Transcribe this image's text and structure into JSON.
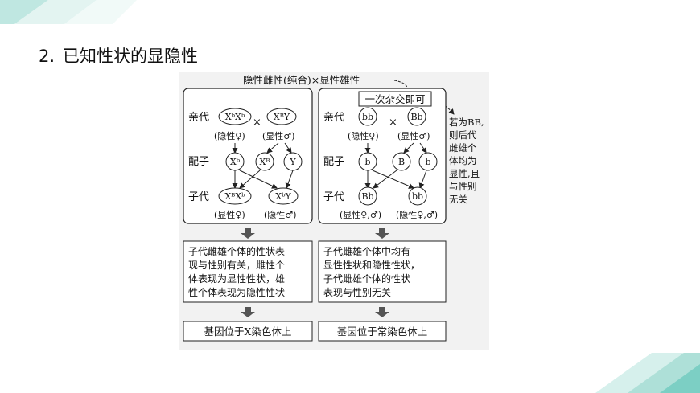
{
  "heading": {
    "number": "2.",
    "text": "已知性状的显隐性"
  },
  "top_label": "隐性雌性(纯合)×显性雄性",
  "one_cross": "一次杂交即可",
  "side_note": [
    "若为BB,",
    "则后代",
    "雌雄个",
    "体均为",
    "显性,且",
    "与性别",
    "无关"
  ],
  "left": {
    "row_parent": "亲代",
    "row_gamete": "配子",
    "row_child": "子代",
    "cross": "×",
    "p1": "XᵇXᵇ",
    "p1_pheno": "(隐性♀)",
    "p2": "XᴮY",
    "p2_pheno": "(显性♂)",
    "g1": "Xᵇ",
    "g2": "Xᴮ",
    "g3": "Y",
    "c1": "XᴮXᵇ",
    "c1_pheno": "(显性♀)",
    "c2": "XᵇY",
    "c2_pheno": "(隐性♂)",
    "conclusion": [
      "子代雌雄个体的性状表",
      "现与性别有关，雌性个",
      "体表现为显性性状，雄",
      "性个体表现为隐性性状"
    ],
    "result": "基因位于X染色体上"
  },
  "right": {
    "row_parent": "亲代",
    "row_gamete": "配子",
    "row_child": "子代",
    "cross": "×",
    "p1": "bb",
    "p1_pheno": "(隐性♀)",
    "p2": "Bb",
    "p2_pheno": "(显性♂)",
    "g1": "b",
    "g2": "B",
    "g3": "b",
    "c1": "Bb",
    "c1_pheno": "(显性♀,♂)",
    "c2": "bb",
    "c2_pheno": "(隐性♀,♂)",
    "conclusion": [
      "子代雌雄个体中均有",
      "显性性状和隐性性状，",
      "子代雌雄个体的性状",
      "表现与性别无关"
    ],
    "result": "基因位于常染色体上"
  },
  "colors": {
    "accent_teal": "#7ccfc4",
    "accent_light": "#bfe7e1",
    "figure_bg": "#f2f2f2",
    "arrow_gray": "#555555"
  }
}
